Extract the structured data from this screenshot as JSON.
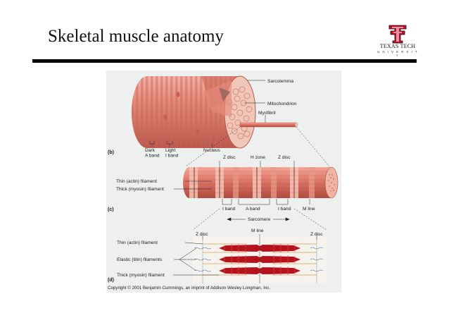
{
  "slide": {
    "title": "Skeletal muscle anatomy"
  },
  "logo": {
    "name": "TEXAS TECH",
    "subtitle": "U N I V E R S I T Y"
  },
  "figure": {
    "panel_b": {
      "label": "(b)",
      "sarcolemma": "Sarcolemma",
      "mitochondrion": "Mitochondrion",
      "myofibril": "Myofibril",
      "dark_a_band": "Dark\nA band",
      "light_i_band": "Light\nI band",
      "nucleus": "Nucleus"
    },
    "panel_c": {
      "label": "(c)",
      "z_disc_left": "Z disc",
      "h_zone": "H zone",
      "z_disc_right": "Z disc",
      "thin_filament": "Thin (actin) filament",
      "thick_filament": "Thick (myosin) filament",
      "i_band_left": "I band",
      "a_band": "A band",
      "i_band_right": "I band",
      "m_line": "M line",
      "sarcomere": "Sarcomere"
    },
    "panel_d": {
      "label": "(d)",
      "m_line": "M line",
      "z_disc_left": "Z disc",
      "z_disc_right": "Z disc",
      "thin_filament": "Thin (actin) filament",
      "elastic_filaments": "Elastic (titin) filaments",
      "thick_filament": "Thick (myosin) filament"
    },
    "copyright": "Copyright © 2001 Benjamin Cummings, an imprint of Addison Wesley Longman, Inc."
  },
  "colors": {
    "muscle": "#e07e70",
    "muscle_dark": "#c8564a",
    "myosin": "#b5121b",
    "titin": "#3a6fb0",
    "actin": "#d3a64a"
  }
}
